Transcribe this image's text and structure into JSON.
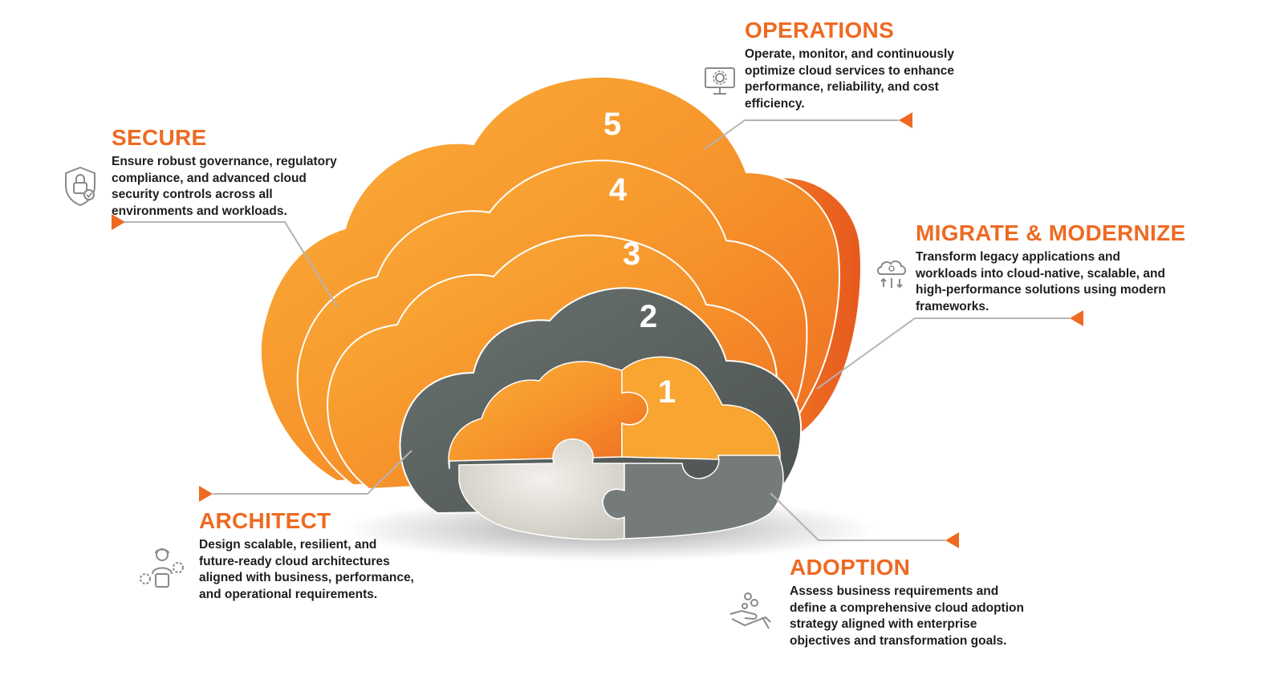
{
  "colors": {
    "accent": "#ee6a22",
    "orange_light": "#fbb03b",
    "gray_dark": "#5f6664",
    "gray_light": "#d9d7d0",
    "text": "#1e1e1e"
  },
  "layers": [
    "1",
    "2",
    "3",
    "4",
    "5"
  ],
  "stages": {
    "operations": {
      "title": "OPERATIONS",
      "icon": "monitor-gear-icon",
      "lines": [
        "Operate, monitor, and continuously",
        "optimize cloud services to enhance",
        "performance, reliability, and cost",
        "efficiency."
      ]
    },
    "secure": {
      "title": "SECURE",
      "icon": "shield-lock-icon",
      "lines": [
        "Ensure robust governance, regulatory",
        "compliance, and advanced cloud",
        "security controls across all",
        "environments and workloads."
      ]
    },
    "migrate": {
      "title": "MIGRATE & MODERNIZE",
      "icon": "cloud-transfer-icon",
      "lines": [
        "Transform legacy applications and",
        "workloads into cloud-native, scalable, and",
        "high-performance solutions using modern",
        "frameworks."
      ]
    },
    "architect": {
      "title": "ARCHITECT",
      "icon": "engineer-gear-icon",
      "lines": [
        "Design scalable, resilient, and",
        "future-ready cloud architectures",
        "aligned with business, performance,",
        "and operational requirements."
      ]
    },
    "adoption": {
      "title": "ADOPTION",
      "icon": "hand-coins-icon",
      "lines": [
        "Assess business requirements and",
        "define a comprehensive cloud adoption",
        "strategy aligned with enterprise",
        "objectives and transformation goals."
      ]
    }
  }
}
